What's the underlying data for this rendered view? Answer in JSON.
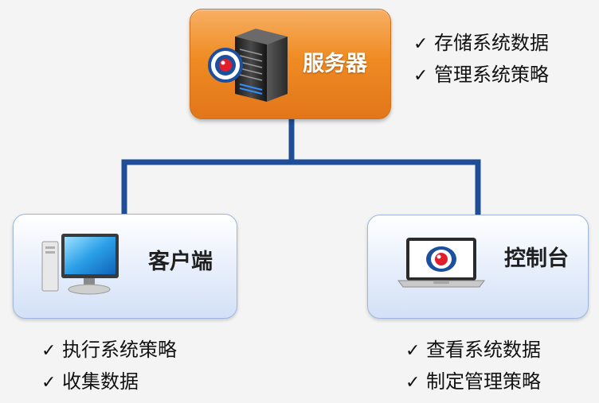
{
  "server": {
    "title": "服务器",
    "features": [
      "存储系统数据",
      "管理系统策略"
    ]
  },
  "client": {
    "title": "客户端",
    "features": [
      "执行系统策略",
      "收集数据"
    ]
  },
  "console": {
    "title": "控制台",
    "features": [
      "查看系统数据",
      "制定管理策略"
    ]
  },
  "check_mark": "✓",
  "icons": {
    "server": "server-icon",
    "client": "desktop-computer-icon",
    "console": "laptop-icon",
    "logo": "eye-logo-icon"
  },
  "colors": {
    "server_box": "#ef8b23",
    "client_box": "#e6eefb",
    "connector": "#1f4e96"
  }
}
